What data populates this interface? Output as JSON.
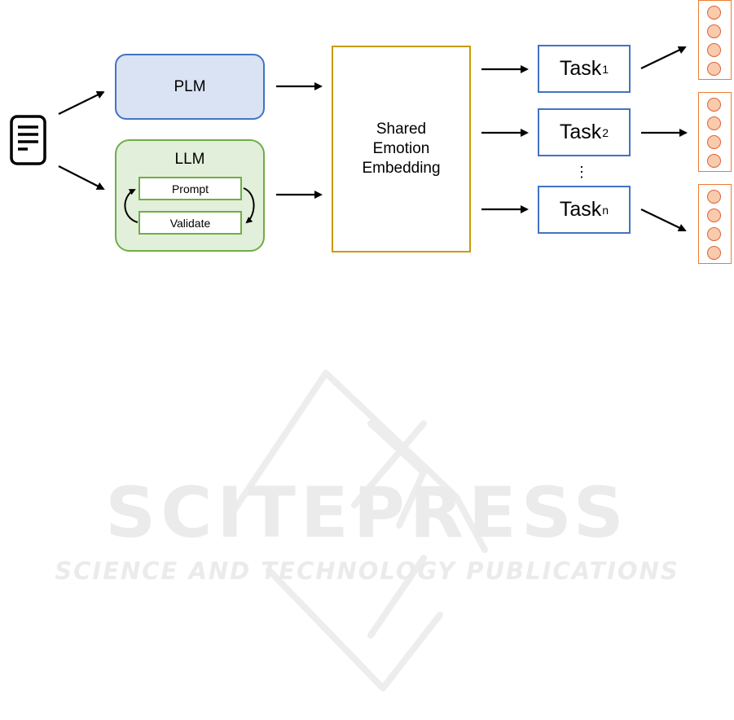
{
  "plm": {
    "label": "PLM"
  },
  "llm": {
    "title": "LLM",
    "prompt_label": "Prompt",
    "validate_label": "Validate"
  },
  "shared": {
    "line1": "Shared",
    "line2": "Emotion",
    "line3": "Embedding"
  },
  "tasks": [
    {
      "name": "Task",
      "sub": "1"
    },
    {
      "name": "Task",
      "sub": "2"
    },
    {
      "name": "Task",
      "sub": "n"
    }
  ],
  "ellipsis": "⋮",
  "watermark": {
    "main": "SCITEPRESS",
    "sub": "SCIENCE AND TECHNOLOGY PUBLICATIONS"
  },
  "colors": {
    "plm_fill": "#dae3f3",
    "plm_border": "#4472c4",
    "llm_fill": "#e2efda",
    "llm_border": "#70ad47",
    "shared_border": "#c99a07",
    "task_border": "#4472c4",
    "output_border": "#ed7d31",
    "neuron_fill": "#f8cbad"
  },
  "icons": [
    "document-icon",
    "neuron-icon"
  ]
}
